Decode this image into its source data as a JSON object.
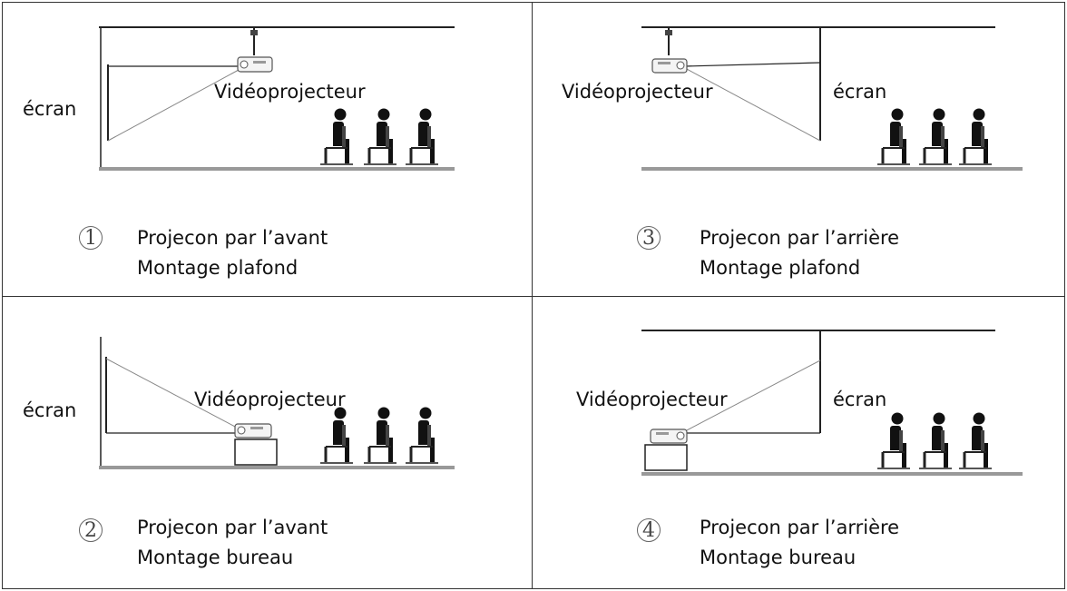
{
  "labels": {
    "screen": "écran",
    "projector": "Vidéoprojecteur"
  },
  "panels": [
    {
      "number": "1",
      "line1": "Projecon par l’avant",
      "line2": "Montage plafond"
    },
    {
      "number": "3",
      "line1": "Projecon par l’arrière",
      "line2": "Montage plafond"
    },
    {
      "number": "2",
      "line1": "Projecon par l’avant",
      "line2": "Montage bureau"
    },
    {
      "number": "4",
      "line1": "Projecon par l’arrière",
      "line2": "Montage bureau"
    }
  ],
  "icons": {
    "projector": "projector-icon",
    "audience": "seated-person-icon",
    "table": "table-icon"
  },
  "colors": {
    "line": "#222222",
    "floor": "#888888"
  }
}
